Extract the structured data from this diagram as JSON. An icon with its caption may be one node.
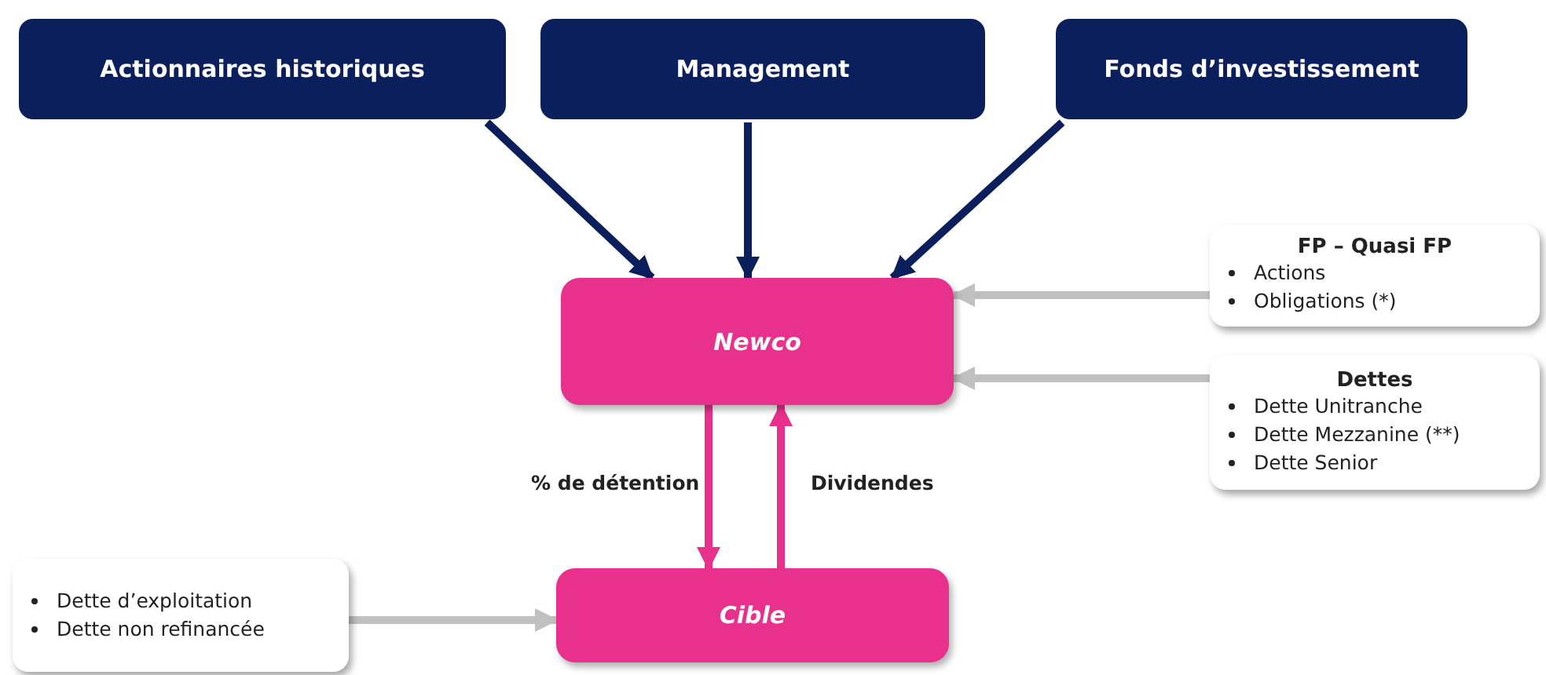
{
  "diagram": {
    "nodes": [
      {
        "text": [
          "Actionnaires historiques"
        ]
      },
      {
        "text": [
          "Management"
        ]
      },
      {
        "text": [
          "Fonds d’investissement"
        ]
      },
      {
        "text": [
          "Newco"
        ]
      },
      {
        "text": [
          "FP – Quasi FP",
          "Actions",
          "Obligations (*)"
        ]
      },
      {
        "text": [
          "Dettes",
          "Dette Unitranche",
          "Dette Mezzanine (**)",
          "Dette Senior"
        ]
      },
      {
        "text": [
          "Cible"
        ]
      },
      {
        "text": [
          "Dette d’exploitation",
          "Dette non refinancée"
        ]
      }
    ],
    "edges": [
      {
        "from": 0,
        "to": 3,
        "arrow": "to"
      },
      {
        "from": 1,
        "to": 3,
        "arrow": "to"
      },
      {
        "from": 2,
        "to": 3,
        "arrow": "to"
      },
      {
        "from": 4,
        "to": 3,
        "arrow": "to",
        "color": "#c0c0c0"
      },
      {
        "from": 5,
        "to": 3,
        "arrow": "to",
        "color": "#c0c0c0"
      },
      {
        "from": 3,
        "to": 6,
        "arrow": "to",
        "label": "% de détention",
        "color": "#e8318c"
      },
      {
        "from": 6,
        "to": 3,
        "arrow": "to",
        "label": "Dividendes",
        "color": "#e8318c"
      },
      {
        "from": 7,
        "to": 6,
        "arrow": "to",
        "color": "#c0c0c0"
      }
    ]
  }
}
